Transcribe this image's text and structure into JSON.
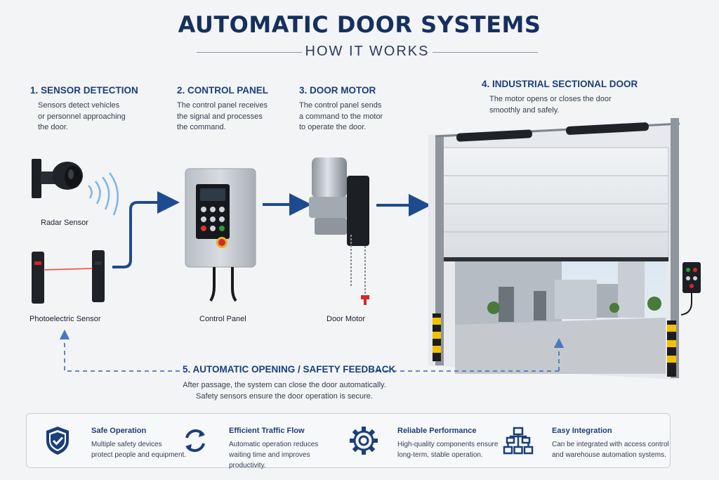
{
  "title": "AUTOMATIC DOOR SYSTEMS",
  "subtitle": "HOW IT WORKS",
  "steps": [
    {
      "title": "1. SENSOR DETECTION",
      "lines": [
        "Sensors detect vehicles",
        "or personnel approaching",
        "the door."
      ]
    },
    {
      "title": "2. CONTROL PANEL",
      "lines": [
        "The control panel receives",
        "the signal and processes",
        "the command."
      ]
    },
    {
      "title": "3. DOOR MOTOR",
      "lines": [
        "The control panel sends",
        "a command to the motor",
        "to operate the door."
      ]
    },
    {
      "title": "4. INDUSTRIAL SECTIONAL DOOR",
      "lines": [
        "The motor opens or closes the door",
        "smoothly and safely."
      ]
    }
  ],
  "devices": {
    "radar": "Radar Sensor",
    "photo": "Photoelectric Sensor",
    "panel": "Control Panel",
    "motor": "Door Motor"
  },
  "feedback": {
    "title": "5. AUTOMATIC OPENING / SAFETY FEEDBACK",
    "lines": [
      "After passage, the system can close the door automatically.",
      "Safety sensors ensure the door operation is secure."
    ]
  },
  "features": [
    {
      "icon": "shield-check-icon",
      "title": "Safe Operation",
      "lines": [
        "Multiple safety devices",
        "protect people and equipment."
      ]
    },
    {
      "icon": "cycle-arrows-icon",
      "title": "Efficient Traffic Flow",
      "lines": [
        "Automatic operation reduces",
        "waiting time and improves productivity."
      ]
    },
    {
      "icon": "gear-icon",
      "title": "Reliable Performance",
      "lines": [
        "High-quality components ensure",
        "long-term, stable operation."
      ]
    },
    {
      "icon": "network-icon",
      "title": "Easy Integration",
      "lines": [
        "Can be integrated with access control",
        "and warehouse automation systems."
      ]
    }
  ],
  "colors": {
    "accent": "#1b3f7a",
    "arrow": "#1e4b8f",
    "dashed": "#4a78c2",
    "emergency": "#d62828"
  }
}
